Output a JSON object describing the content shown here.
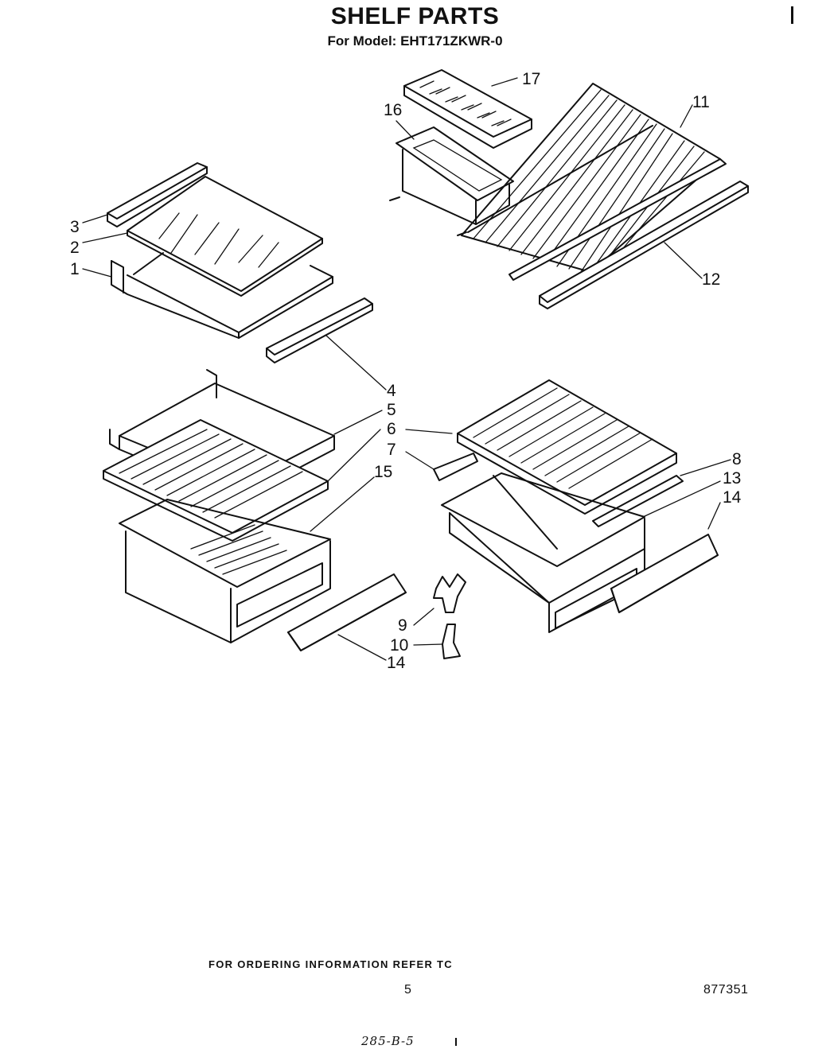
{
  "header": {
    "title": "SHELF PARTS",
    "subtitle": "For Model: EHT171ZKWR-0"
  },
  "callouts": [
    "1",
    "2",
    "3",
    "4",
    "5",
    "6",
    "7",
    "8",
    "9",
    "10",
    "11",
    "12",
    "13",
    "14",
    "14",
    "15",
    "16",
    "17"
  ],
  "footer": {
    "note": "FOR ORDERING INFORMATION REFER TC",
    "page_number": "5",
    "doc_code": "877351",
    "handwritten": "285-B-5"
  }
}
